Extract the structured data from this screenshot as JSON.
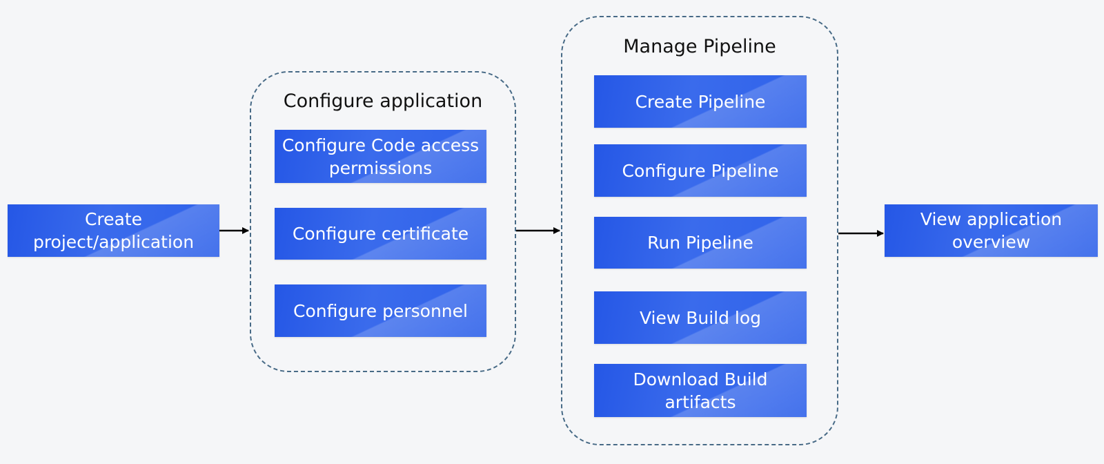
{
  "steps": {
    "create": "Create project/application",
    "view_overview": "View application overview"
  },
  "configure_group": {
    "title": "Configure application",
    "items": [
      "Configure Code access permissions",
      "Configure certificate",
      "Configure personnel"
    ]
  },
  "pipeline_group": {
    "title": "Manage Pipeline",
    "items": [
      "Create Pipeline",
      "Configure Pipeline",
      "Run Pipeline",
      "View Build log",
      "Download Build artifacts"
    ]
  },
  "colors": {
    "box": "#2f62ea",
    "dashed_border": "#476a86",
    "arrow": "#000000",
    "background": "#f5f6f8"
  }
}
